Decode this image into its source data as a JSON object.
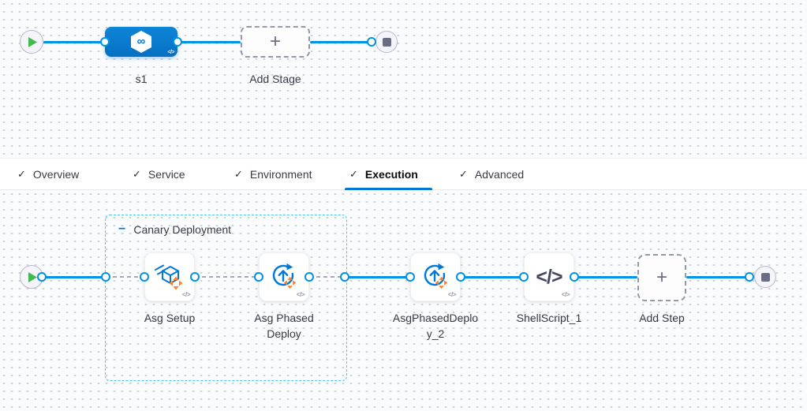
{
  "colors": {
    "accent_blue": "#0278d5",
    "connector_blue": "#0092e4",
    "icon_orange": "#ff832b",
    "play_green": "#42ba50",
    "label_gray": "#383946"
  },
  "stage_graph": {
    "stage": {
      "label": "s1",
      "icon": "cd-hexagon-infinity-icon",
      "icon_glyph": "∞",
      "code_glyph": "</>"
    },
    "add_stage": {
      "label": "Add Stage",
      "plus_glyph": "+"
    }
  },
  "tabs": {
    "check_glyph": "✓",
    "items": [
      {
        "label": "Overview",
        "checked": true,
        "active": false
      },
      {
        "label": "Service",
        "checked": true,
        "active": false
      },
      {
        "label": "Environment",
        "checked": true,
        "active": false
      },
      {
        "label": "Execution",
        "checked": true,
        "active": true
      },
      {
        "label": "Advanced",
        "checked": true,
        "active": false
      }
    ]
  },
  "execution_graph": {
    "group": {
      "label": "Canary Deployment",
      "collapse_glyph": "−"
    },
    "code_glyph": "</>",
    "steps": [
      {
        "label": "Asg Setup",
        "icon": "asg-setup-cube-icon"
      },
      {
        "label": "Asg Phased Deploy",
        "icon": "asg-rolling-deploy-icon"
      },
      {
        "label": "AsgPhasedDeploy_2",
        "icon": "asg-rolling-deploy-icon"
      },
      {
        "label": "ShellScript_1",
        "icon": "shell-script-icon",
        "icon_glyph": "</>"
      }
    ],
    "add_step": {
      "label": "Add Step",
      "plus_glyph": "+"
    }
  }
}
